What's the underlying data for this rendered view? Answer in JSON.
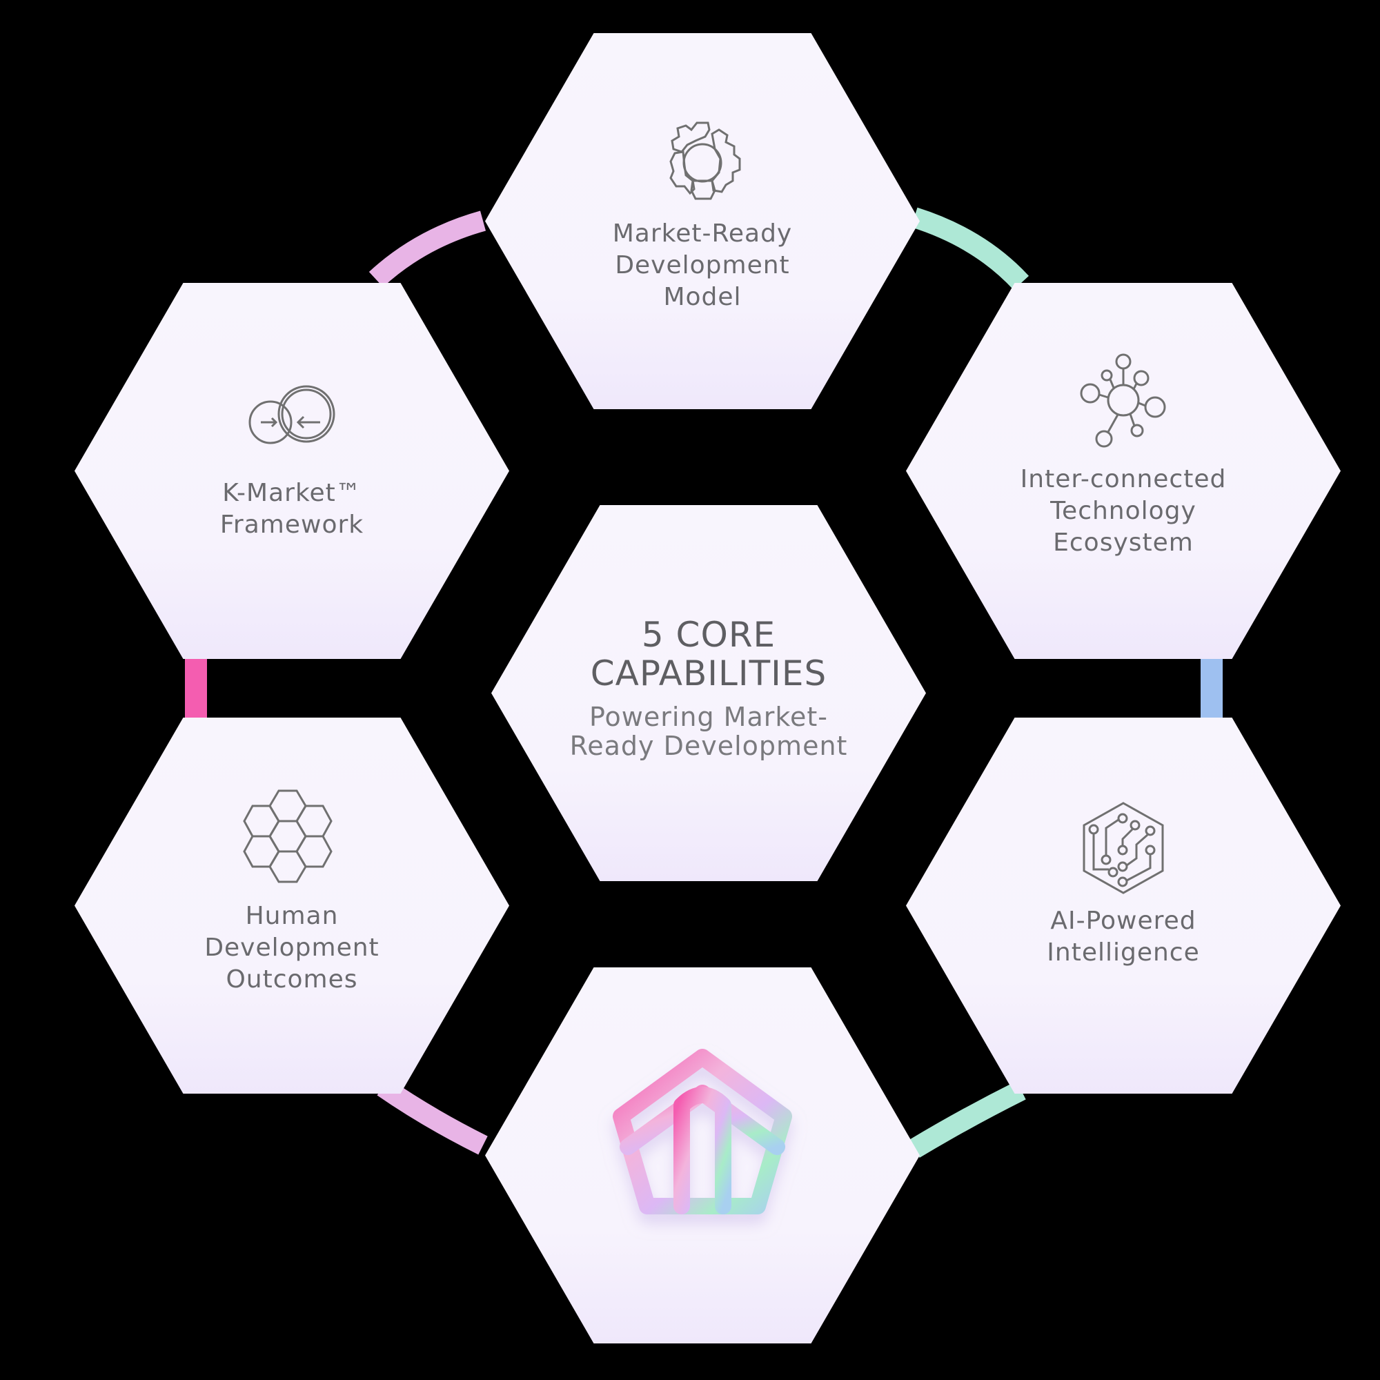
{
  "diagram": {
    "center": {
      "title": "5 CORE\nCAPABILITIES",
      "subtitle": "Powering Market-\nReady Development"
    },
    "nodes": [
      {
        "id": "top",
        "label": "Market-Ready\nDevelopment\nModel",
        "icon": "gears-icon"
      },
      {
        "id": "upper-right",
        "label": "Inter-connected\nTechnology\nEcosystem",
        "icon": "network-nodes-icon"
      },
      {
        "id": "lower-right",
        "label": "AI-Powered\nIntelligence",
        "icon": "circuit-hexagon-icon"
      },
      {
        "id": "bottom",
        "label": "",
        "icon": "gradient-house-logo-icon"
      },
      {
        "id": "lower-left",
        "label": "Human\nDevelopment\nOutcomes",
        "icon": "honeycomb-icon"
      },
      {
        "id": "upper-left",
        "label": "K-Market™\nFramework",
        "icon": "merging-circles-arrows-icon"
      }
    ],
    "connectors": [
      {
        "from": "upper-left",
        "to": "top",
        "color": "#e8b4e6"
      },
      {
        "from": "top",
        "to": "upper-right",
        "color": "#aee8d6"
      },
      {
        "from": "upper-right",
        "to": "lower-right",
        "color": "#9ec0f0"
      },
      {
        "from": "lower-right",
        "to": "bottom",
        "color": "#aee8d6"
      },
      {
        "from": "bottom",
        "to": "lower-left",
        "color": "#e8b4e6"
      },
      {
        "from": "lower-left",
        "to": "upper-left",
        "color": "#f45db0"
      }
    ],
    "colors": {
      "background": "#000000",
      "hex_fill": "#f8f5fd",
      "text": "#6a6a6e",
      "icon_stroke": "#6e6e6e",
      "logo_pink": "#f45db0",
      "logo_lavender": "#dcb8f5",
      "logo_mint": "#a8ecc8",
      "logo_blue": "#a8d0f0"
    }
  }
}
